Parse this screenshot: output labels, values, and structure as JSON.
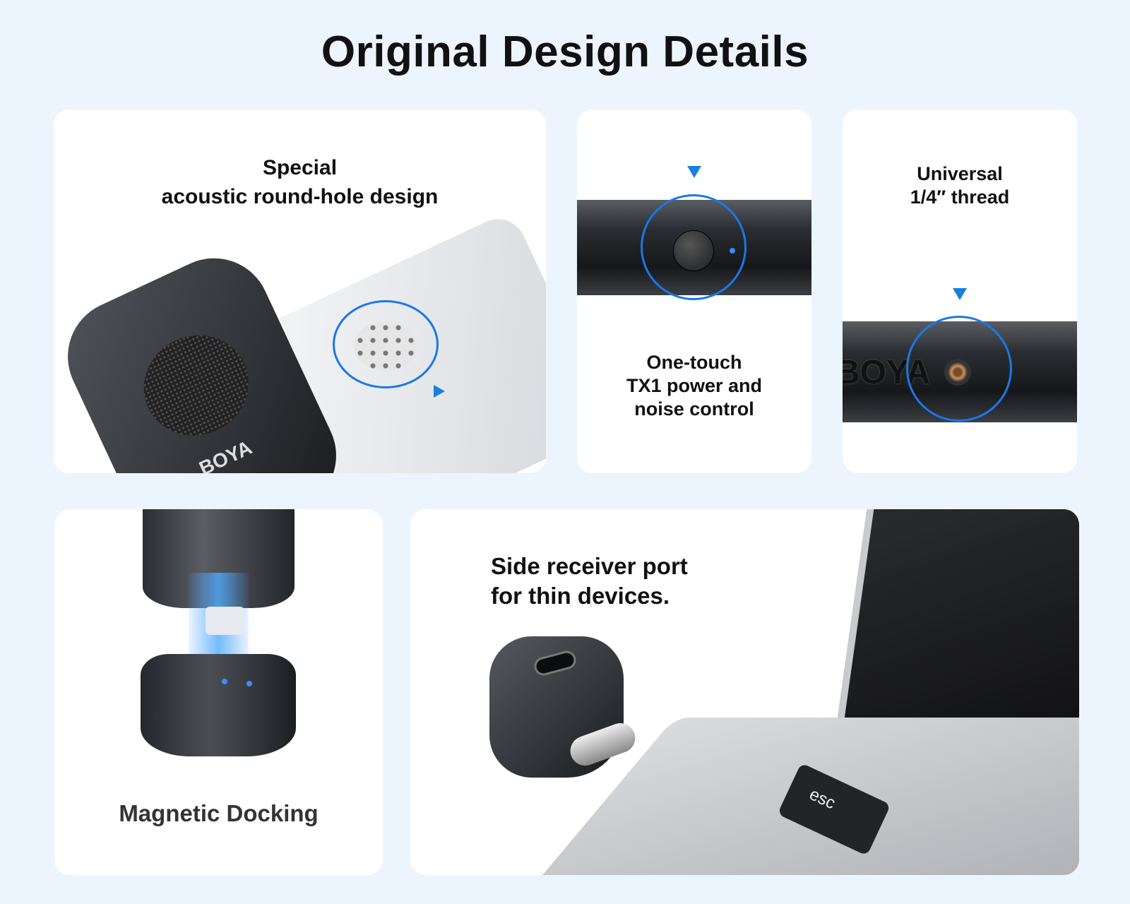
{
  "title": "Original Design Details",
  "cards": [
    {
      "caption": "Special\nacoustic round-hole design",
      "brand": "BOYA"
    },
    {
      "caption": "One-touch\nTX1 power and\nnoise control"
    },
    {
      "caption": "Universal\n1/4″ thread",
      "brand": "BOYA"
    },
    {
      "caption": "Magnetic Docking"
    },
    {
      "caption": "Side receiver port\nfor thin devices.",
      "key_label": "esc"
    }
  ],
  "colors": {
    "accent": "#1a78e6",
    "background": "#ecf5fd"
  }
}
